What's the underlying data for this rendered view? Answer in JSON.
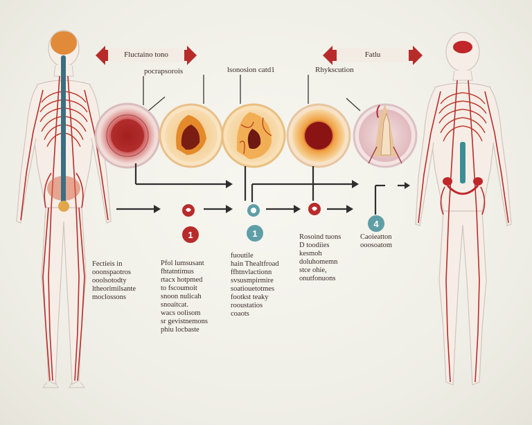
{
  "banners": {
    "left": "Fluctaino tono",
    "right": "Fatlu"
  },
  "headers": [
    "pocrapsorois",
    "lsonosion catd1",
    "Rhykscution"
  ],
  "steps": [
    "1",
    "1",
    "4"
  ],
  "blocks": {
    "far_left": "Fectieis in\nooonspaotros\nooolsotodty\nltheorimilsante\nmoclossons",
    "col1": "Pfol lumsusant\nfhtatntimus\nrtacx hotpmed\nto fscoumoit\nsnoon nulicah\nsnoaitcat.\nwacs oolisom\nsr gevistnemons\nphiu locbaste",
    "col2": "fuoutile\nhain Thealtfroad\nffhtnvlactionn\nsvsusmpirmire\nsoatiouetotmes\nfootkst teaky\nrooustatios\ncoaots",
    "col3": "Rosoind tuons\nD toodiies\nkesmoh\ndoluhomemn\nstce ohie,\nonutfonuons",
    "col4": "Caoieatton\nooosoatom"
  },
  "colors": {
    "red": "#b82b2b",
    "teal": "#5f9ea6",
    "dark": "#2e2e2e"
  }
}
